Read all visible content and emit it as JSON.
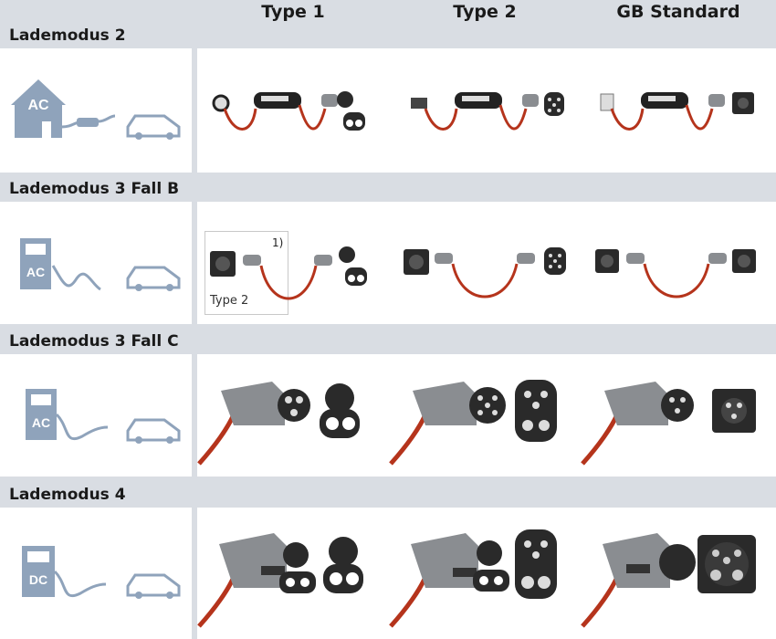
{
  "columns": [
    "Type 1",
    "Type 2",
    "GB Standard"
  ],
  "rows": [
    {
      "label": "Lademodus 2",
      "source": "AC",
      "source_kind": "house-icon"
    },
    {
      "label": "Lademodus 3 Fall B",
      "source": "AC",
      "source_kind": "charging-station-icon"
    },
    {
      "label": "Lademodus 3 Fall C",
      "source": "AC",
      "source_kind": "charging-station-icon"
    },
    {
      "label": "Lademodus 4",
      "source": "DC",
      "source_kind": "charging-station-icon"
    }
  ],
  "annotations": {
    "footnote": "1)",
    "type2_box_label": "Type 2"
  },
  "colors": {
    "icon": "#8fa3bb",
    "cable": "#b5341c",
    "plug_dark": "#2a2a2a",
    "plug_grey": "#8a8d91"
  }
}
